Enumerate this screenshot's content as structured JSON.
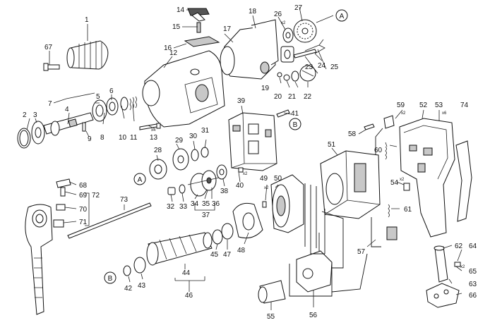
{
  "labels": {
    "p1": "1",
    "p2": "2",
    "p3": "3",
    "p4": "4",
    "p5": "5",
    "p6": "6",
    "p7": "7",
    "p8": "8",
    "p9": "9",
    "p10": "10",
    "p11": "11",
    "p12": "12",
    "p13": "13",
    "p14": "14",
    "p15": "15",
    "p16": "16",
    "p17": "17",
    "p18": "18",
    "p19": "19",
    "p20": "20",
    "p21": "21",
    "p22": "22",
    "p23": "23",
    "p24": "24",
    "p25": "25",
    "p26": "26",
    "p27": "27",
    "p28": "28",
    "p29": "29",
    "p30": "30",
    "p31": "31",
    "p32": "32",
    "p33": "33",
    "p34": "34",
    "p35": "35",
    "p36": "36",
    "p37": "37",
    "p38": "38",
    "p39": "39",
    "p40": "40",
    "p41": "41",
    "p42": "42",
    "p43": "43",
    "p44": "44",
    "p45": "45",
    "p46": "46",
    "p47": "47",
    "p48": "48",
    "p49": "49",
    "p50": "50",
    "p51": "51",
    "p52": "52",
    "p53": "53",
    "p54": "54",
    "p55": "55",
    "p56": "56",
    "p57": "57",
    "p58": "58",
    "p59": "59",
    "p60": "60",
    "p61": "61",
    "p62": "62",
    "p63": "63",
    "p64": "64",
    "p65": "65",
    "p66": "66",
    "p67": "67",
    "p68": "68",
    "p69": "69",
    "p70": "70",
    "p71": "71",
    "p72": "72",
    "p73": "73",
    "p74": "74"
  },
  "qty": {
    "x2": "x2",
    "x4": "x4",
    "x6": "x6"
  },
  "callouts": {
    "a": "A",
    "b": "B"
  }
}
